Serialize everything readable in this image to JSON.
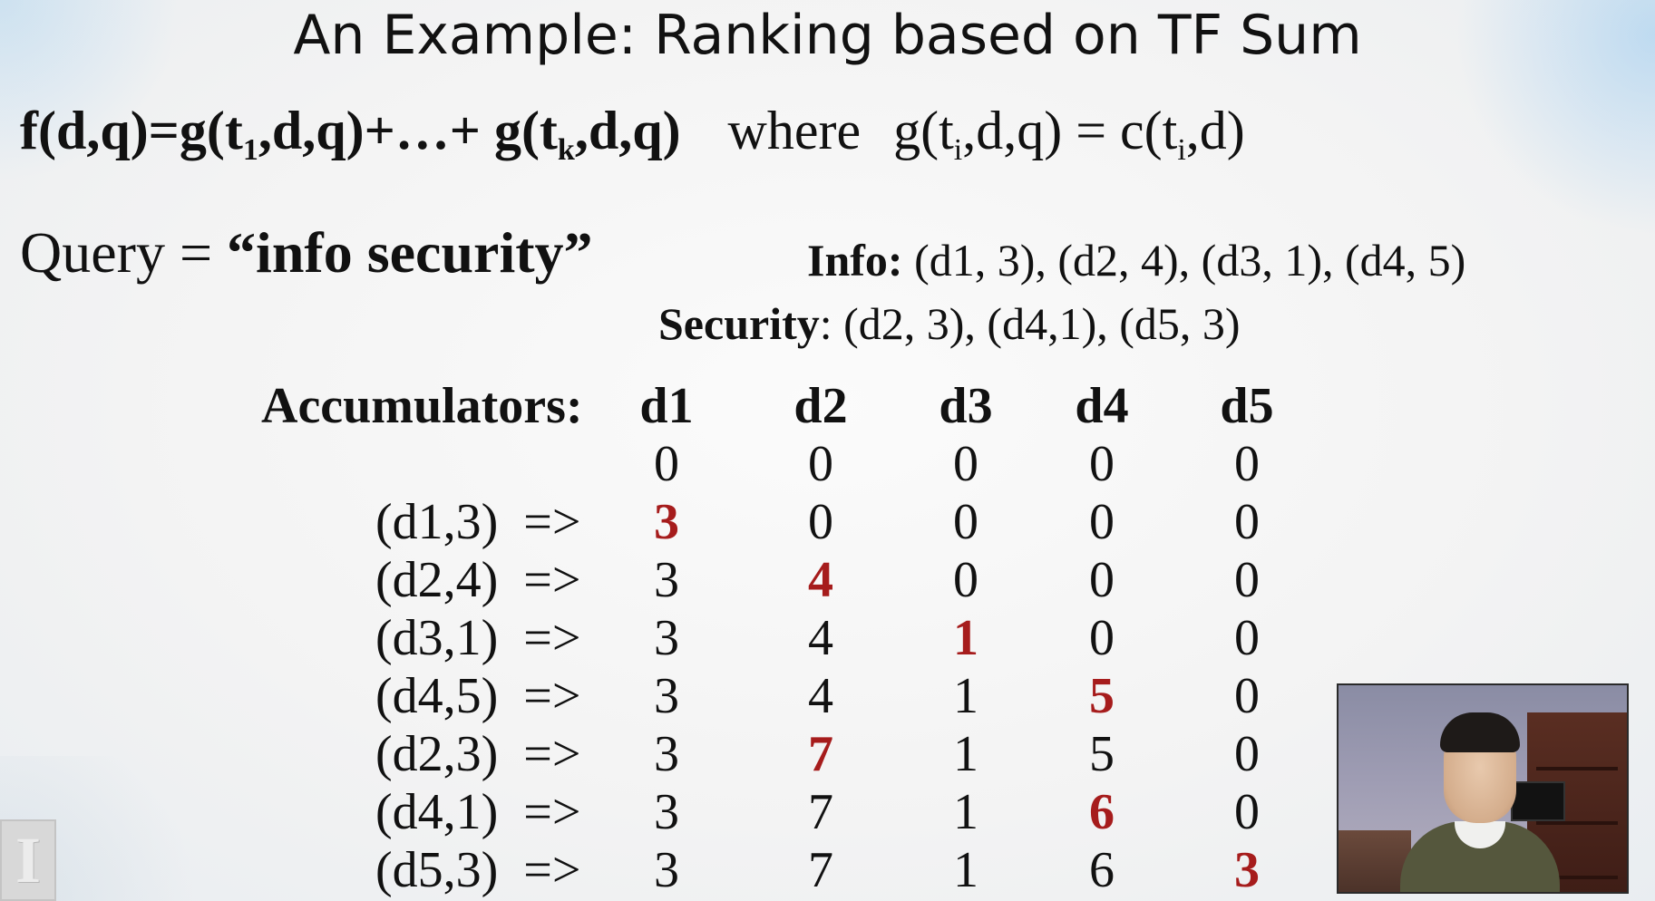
{
  "slide": {
    "title": "An Example: Ranking based on TF Sum",
    "formula": {
      "lhs": "f(d,q)=g(t",
      "sub1": "1",
      "mid": ",d,q)+…+ g(t",
      "subk": "k",
      "rhs": ",d,q)",
      "where": "where",
      "g_def": "g(t",
      "sub_i": "i",
      "g_def_mid": ",d,q) = c(t",
      "g_def_end": ",d)"
    },
    "query": {
      "prefix": "Query = ",
      "value": "“info security”"
    },
    "postings": {
      "info_label": "Info:",
      "info_list": " (d1, 3), (d2, 4), (d3, 1), (d4, 5)",
      "security_label": "Security",
      "security_list": ": (d2, 3), (d4,1), (d5, 3)"
    },
    "accumulators": {
      "label": "Accumulators:",
      "docs": [
        "d1",
        "d2",
        "d3",
        "d4",
        "d5"
      ],
      "arrow": "=>",
      "initial": [
        "0",
        "0",
        "0",
        "0",
        "0"
      ],
      "steps": [
        {
          "label": "(d1,3)",
          "values": [
            "3",
            "0",
            "0",
            "0",
            "0"
          ],
          "changed": 0
        },
        {
          "label": "(d2,4)",
          "values": [
            "3",
            "4",
            "0",
            "0",
            "0"
          ],
          "changed": 1
        },
        {
          "label": "(d3,1)",
          "values": [
            "3",
            "4",
            "1",
            "0",
            "0"
          ],
          "changed": 2
        },
        {
          "label": "(d4,5)",
          "values": [
            "3",
            "4",
            "1",
            "5",
            "0"
          ],
          "changed": 3
        },
        {
          "label": "(d2,3)",
          "values": [
            "3",
            "7",
            "1",
            "5",
            "0"
          ],
          "changed": 1
        },
        {
          "label": "(d4,1)",
          "values": [
            "3",
            "7",
            "1",
            "6",
            "0"
          ],
          "changed": 3
        },
        {
          "label": "(d5,3)",
          "values": [
            "3",
            "7",
            "1",
            "6",
            "3"
          ],
          "changed": 4
        }
      ]
    }
  },
  "colors": {
    "highlight": "#a61c1c",
    "text": "#111111"
  },
  "icons": {
    "logo": "university-logo-icon",
    "presenter": "presenter-video-icon"
  }
}
